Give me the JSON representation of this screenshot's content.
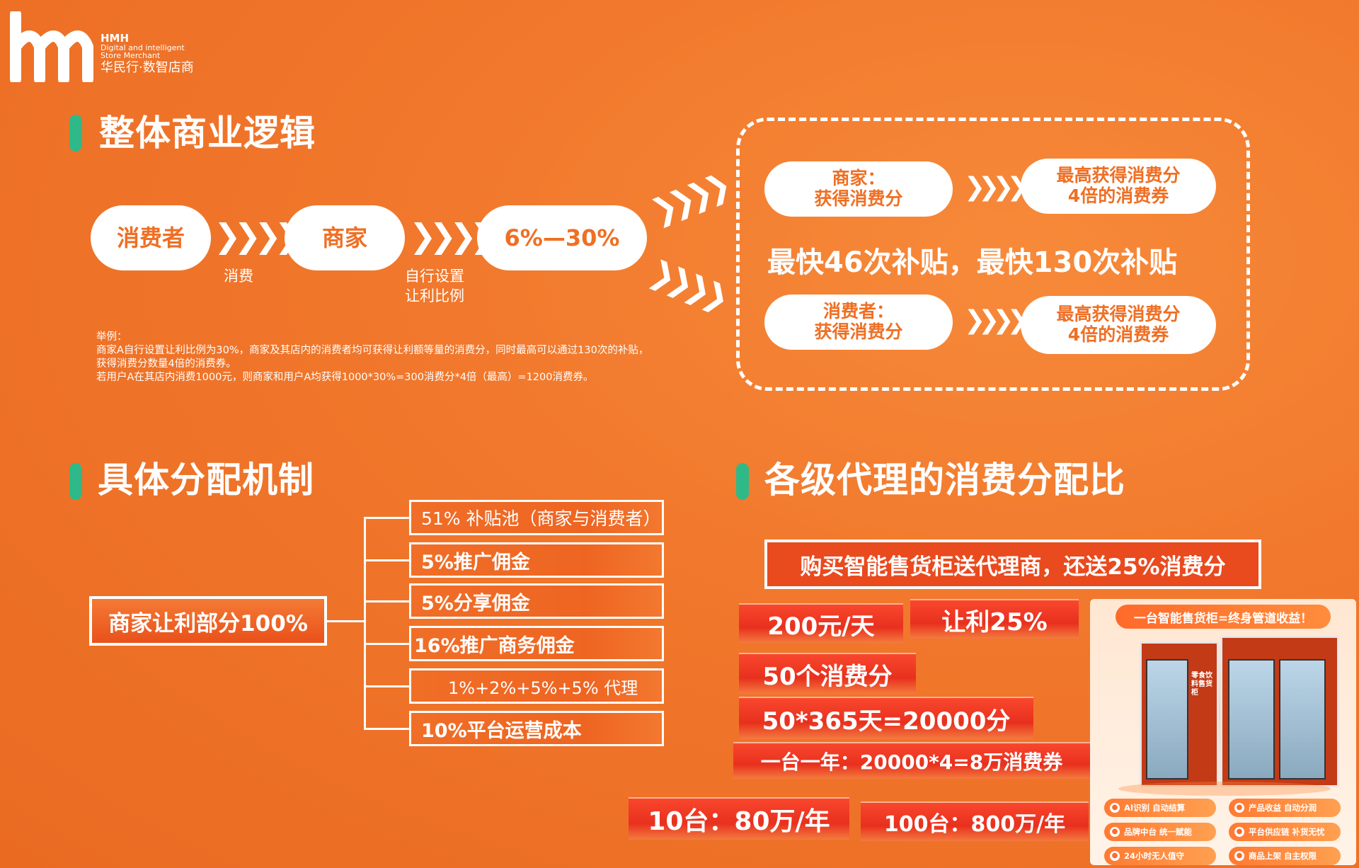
{
  "logo": {
    "brand": "HMH",
    "english": "Digital and intelligent Store Merchant",
    "chinese": "华民行·数智店商"
  },
  "section1": {
    "title": "整体商业逻辑",
    "flow": {
      "consumer": "消费者",
      "merchant": "商家",
      "ratio": "6%—30%",
      "label_consume": "消费",
      "label_set_1": "自行设置",
      "label_set_2": "让利比例"
    },
    "example": [
      "举例：",
      "商家A自行设置让利比例为30%，商家及其店内的消费者均可获得让利额等量的消费分，同时最高可以通过130次的补贴，",
      "获得消费分数量4倍的消费券。",
      "若用户A在其店内消费1000元，则商家和用户A均获得1000*30%=300消费分*4倍（最高）=1200消费券。"
    ],
    "box": {
      "merchant_l1": "商家：",
      "merchant_l2": "获得消费分",
      "reward_l1": "最高获得消费分",
      "reward_l2": "4倍的消费券",
      "subsidy": "最快46次补贴，最快130次补贴",
      "consumer_l1": "消费者：",
      "consumer_l2": "获得消费分",
      "reward2_l1": "最高获得消费分",
      "reward2_l2": "4倍的消费券"
    }
  },
  "section2": {
    "title": "具体分配机制",
    "root": "商家让利部分100%",
    "items": [
      "51% 补贴池（商家与消费者）",
      "5%推广佣金",
      "5%分享佣金",
      "16%推广商务佣金",
      "1%+2%+5%+5% 代理",
      "10%平台运营成本"
    ]
  },
  "section3": {
    "title": "各级代理的消费分配比",
    "banner": "购买智能售货柜送代理商，还送25%消费分",
    "tags": {
      "per_day": "200元/天",
      "discount": "让利25%",
      "points": "50个消费分",
      "year_calc": "50*365天=20000分",
      "one_year": "一台一年：20000*4=8万消费券",
      "ten": "10台：80万/年",
      "hundred": "100台：800万/年"
    }
  },
  "product": {
    "title": "一台智能售货柜=终身管道收益！",
    "cab_text": "零食饮料售货柜",
    "features": [
      "AI识别 自动结算",
      "产品收益 自动分润",
      "品牌中台 统一赋能",
      "平台供应链 补货无忧",
      "24小时无人值守",
      "商品上架 自主权限"
    ]
  }
}
